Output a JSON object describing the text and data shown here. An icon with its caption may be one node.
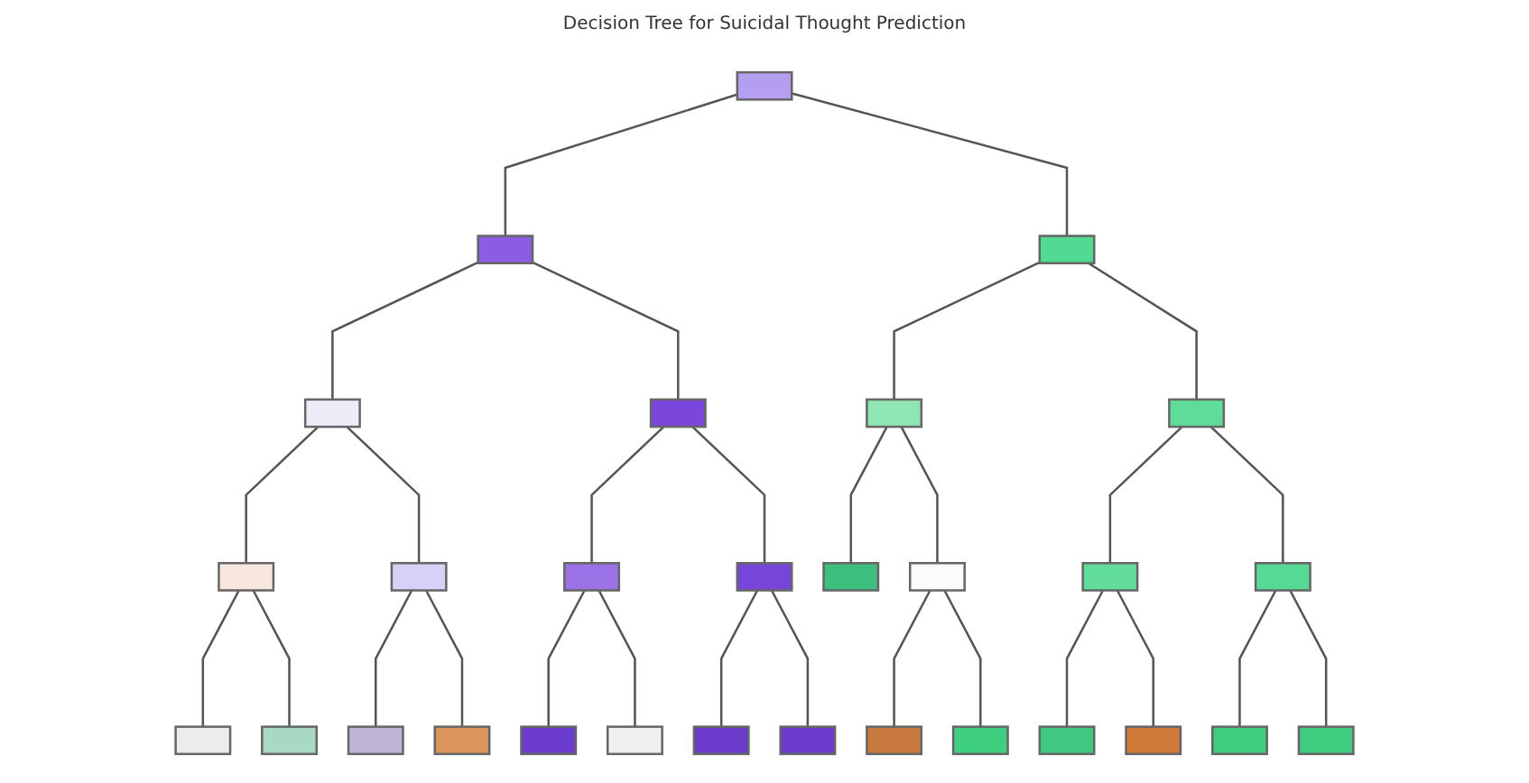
{
  "diagram": {
    "title": "Decision Tree for Suicidal Thought Prediction",
    "nodes": [
      {
        "text": [],
        "shape": "box"
      },
      {
        "text": [],
        "shape": "box"
      },
      {
        "text": [],
        "shape": "box"
      },
      {
        "text": [],
        "shape": "box"
      },
      {
        "text": [],
        "shape": "box"
      },
      {
        "text": [],
        "shape": "box"
      },
      {
        "text": [],
        "shape": "box"
      },
      {
        "text": [],
        "shape": "box"
      },
      {
        "text": [],
        "shape": "box"
      },
      {
        "text": [],
        "shape": "box"
      },
      {
        "text": [],
        "shape": "box"
      },
      {
        "text": [],
        "shape": "box"
      },
      {
        "text": [],
        "shape": "box"
      },
      {
        "text": [],
        "shape": "box"
      },
      {
        "text": [],
        "shape": "box"
      },
      {
        "text": [],
        "shape": "box"
      },
      {
        "text": [],
        "shape": "box"
      },
      {
        "text": [],
        "shape": "box"
      },
      {
        "text": [],
        "shape": "box"
      },
      {
        "text": [],
        "shape": "box"
      },
      {
        "text": [],
        "shape": "box"
      },
      {
        "text": [],
        "shape": "box"
      },
      {
        "text": [],
        "shape": "box"
      },
      {
        "text": [],
        "shape": "box"
      },
      {
        "text": [],
        "shape": "box"
      },
      {
        "text": [],
        "shape": "box"
      },
      {
        "text": [],
        "shape": "box"
      },
      {
        "text": [],
        "shape": "box"
      },
      {
        "text": [],
        "shape": "box"
      }
    ],
    "edges": [
      {
        "from": 0,
        "to": 1,
        "arrow": "none"
      },
      {
        "from": 0,
        "to": 2,
        "arrow": "none"
      },
      {
        "from": 1,
        "to": 3,
        "arrow": "none"
      },
      {
        "from": 1,
        "to": 4,
        "arrow": "none"
      },
      {
        "from": 2,
        "to": 5,
        "arrow": "none"
      },
      {
        "from": 2,
        "to": 6,
        "arrow": "none"
      },
      {
        "from": 3,
        "to": 7,
        "arrow": "none"
      },
      {
        "from": 3,
        "to": 8,
        "arrow": "none"
      },
      {
        "from": 4,
        "to": 9,
        "arrow": "none"
      },
      {
        "from": 4,
        "to": 10,
        "arrow": "none"
      },
      {
        "from": 5,
        "to": 11,
        "arrow": "none"
      },
      {
        "from": 5,
        "to": 12,
        "arrow": "none"
      },
      {
        "from": 6,
        "to": 13,
        "arrow": "none"
      },
      {
        "from": 6,
        "to": 14,
        "arrow": "none"
      },
      {
        "from": 7,
        "to": 15,
        "arrow": "none"
      },
      {
        "from": 7,
        "to": 16,
        "arrow": "none"
      },
      {
        "from": 8,
        "to": 17,
        "arrow": "none"
      },
      {
        "from": 8,
        "to": 18,
        "arrow": "none"
      },
      {
        "from": 9,
        "to": 19,
        "arrow": "none"
      },
      {
        "from": 9,
        "to": 20,
        "arrow": "none"
      },
      {
        "from": 10,
        "to": 21,
        "arrow": "none"
      },
      {
        "from": 10,
        "to": 22,
        "arrow": "none"
      },
      {
        "from": 12,
        "to": 23,
        "arrow": "none"
      },
      {
        "from": 12,
        "to": 24,
        "arrow": "none"
      },
      {
        "from": 13,
        "to": 25,
        "arrow": "none"
      },
      {
        "from": 13,
        "to": 26,
        "arrow": "none"
      },
      {
        "from": 14,
        "to": 27,
        "arrow": "none"
      },
      {
        "from": 14,
        "to": 28,
        "arrow": "none"
      }
    ]
  }
}
